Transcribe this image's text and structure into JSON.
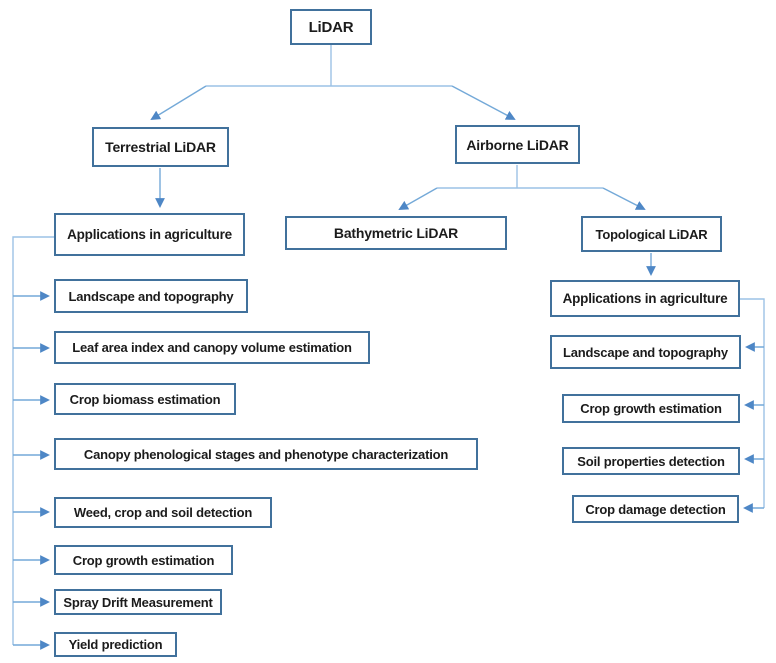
{
  "diagram": {
    "root": "LiDAR",
    "level1": {
      "terrestrial": "Terrestrial LiDAR",
      "airborne": "Airborne LiDAR"
    },
    "level2": {
      "bathymetric": "Bathymetric LiDAR",
      "topological": "Topological LiDAR"
    },
    "terrestrial_branch": {
      "header": "Applications in agriculture",
      "items": [
        "Landscape and topography",
        "Leaf area index and canopy volume estimation",
        "Crop biomass estimation",
        "Canopy phenological stages and phenotype characterization",
        "Weed, crop and soil detection",
        "Crop growth estimation",
        "Spray Drift Measurement",
        "Yield prediction"
      ]
    },
    "topological_branch": {
      "header": "Applications in agriculture",
      "items": [
        "Landscape and topography",
        "Crop growth estimation",
        "Soil properties detection",
        "Crop damage detection"
      ]
    },
    "colors": {
      "box_border": "#41719C",
      "line": "#9CC2E5",
      "arrow_line": "#74A9D8",
      "arrowhead": "#4E87C6",
      "text": "#1b1b1b",
      "background": "#ffffff"
    }
  }
}
